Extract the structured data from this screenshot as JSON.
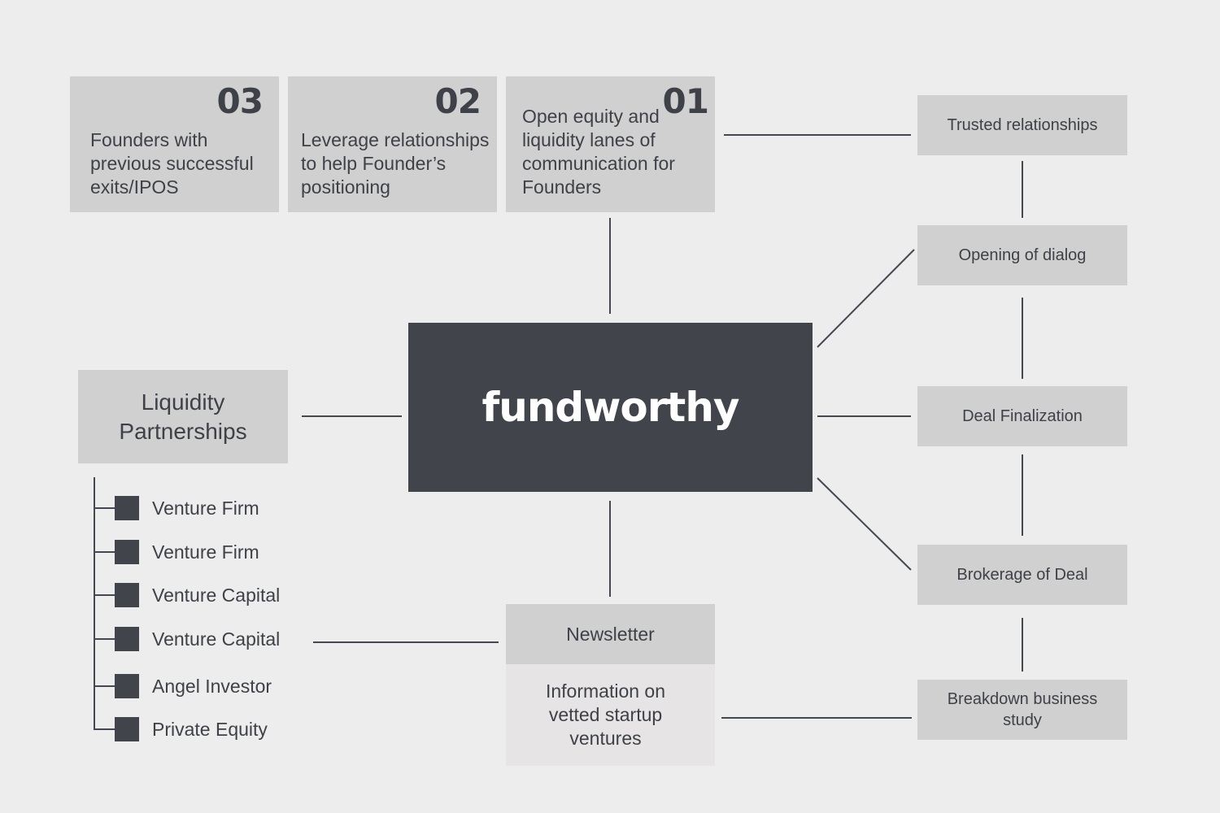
{
  "steps": [
    {
      "number": "03",
      "text": "Founders with previous successful exits/IPOS"
    },
    {
      "number": "02",
      "text": "Leverage relationships to help Founder’s positioning"
    },
    {
      "number": "01",
      "text": "Open equity and liquidity lanes of communication for Founders"
    }
  ],
  "hub": {
    "label": "fundworthy"
  },
  "liquidity": {
    "title": "Liquidity Partnerships",
    "partners": [
      "Venture Firm",
      "Venture Firm",
      "Venture Capital",
      "Venture Capital",
      "Angel Investor",
      "Private Equity"
    ]
  },
  "newsletter": {
    "title": "Newsletter",
    "description": "Information on vetted startup ventures"
  },
  "process": [
    "Trusted relationships",
    "Opening of dialog",
    "Deal Finalization",
    "Brokerage of Deal",
    "Breakdown business study"
  ],
  "colors": {
    "background": "#ededed",
    "box": "#d0d0d0",
    "hub": "#41444b",
    "line": "#444850"
  }
}
